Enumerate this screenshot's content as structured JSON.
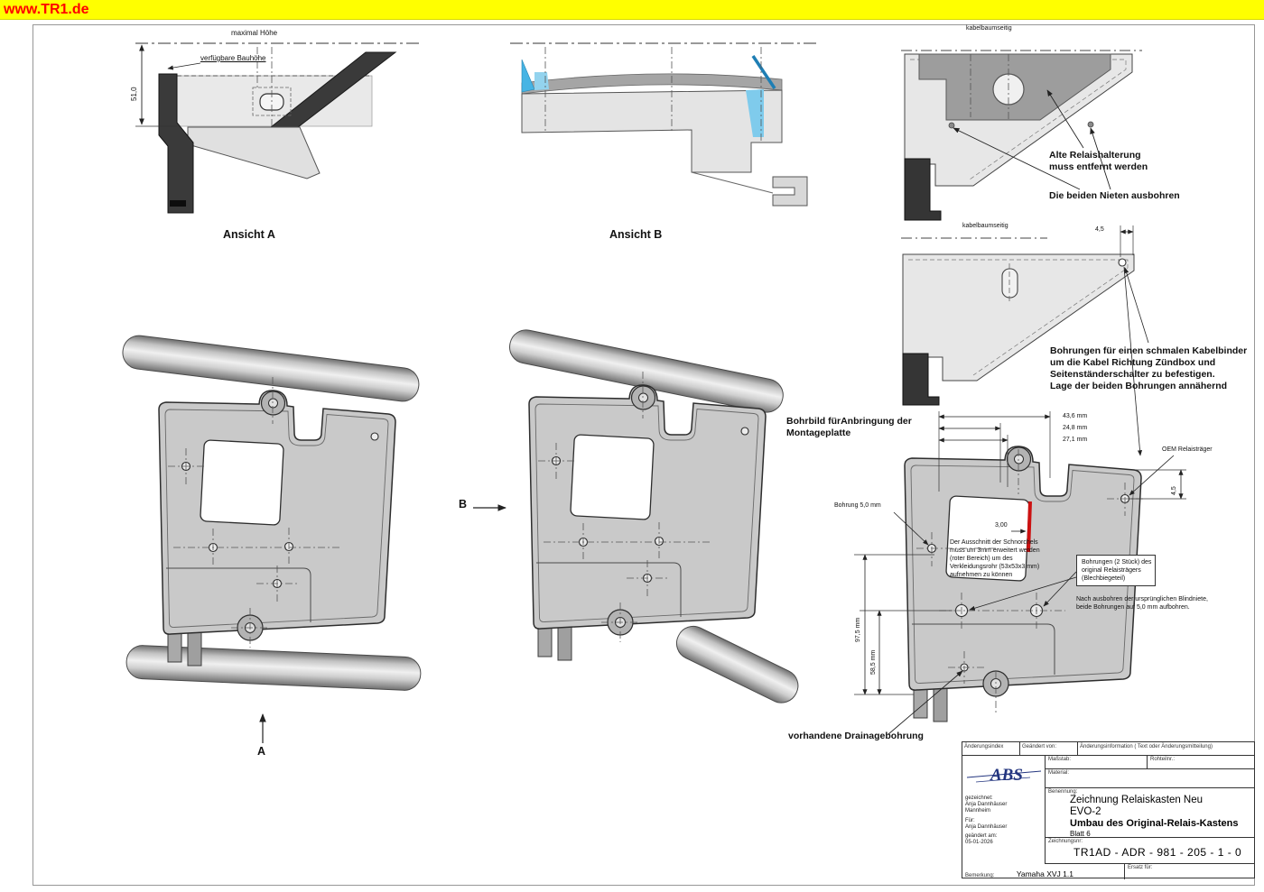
{
  "banner": {
    "site": "www.TR1.de"
  },
  "views": {
    "ansicht_a": {
      "title": "Ansicht A",
      "max_hoehe": "maximal Höhe",
      "bauhoehe": "verfügbare Bauhöhe",
      "dim_hoehe": "51,0"
    },
    "ansicht_b": {
      "title": "Ansicht B"
    },
    "alte_halterung": {
      "kabelbaumseitig": "kabelbaumseitig",
      "note_halterung": "Alte Relaishalterung\nmuss entfernt werden",
      "note_nieten": "Die beiden Nieten ausbohren"
    },
    "kabelbinder": {
      "kabelbaumseitig": "kabelbaumseitig",
      "dim_45": "4,5",
      "note": "Bohrungen für einen schmalen Kabelbinder\num die Kabel Richtung Zündbox und\nSeitenständerschalter zu befestigen.\nLage der beiden Bohrungen annähernd"
    },
    "montage_links": {
      "pfeil": "A"
    },
    "montage_mitte": {
      "pfeil": "B",
      "note": "Bohrbild fürAnbringung der\nMontageplatte"
    },
    "detail": {
      "dim_436": "43,6 mm",
      "dim_248": "24,8 mm",
      "dim_271": "27,1 mm",
      "oem": "OEM Relaisträger",
      "dim_45": "4,5",
      "bohrung": "Bohrung 5,0 mm",
      "dim_3": "3,00",
      "note_ausschnitt": "Der Ausschnitt der Schnorchels\nmuss um 3mm erweitert werden\n(roter Bereich) um des\nVerkleidungsrohr (53x53x3 mm)\naufnehmen zu können",
      "note_bohrungen": "Bohrungen (2 Stück) des\noriginal Relaisträgers\n(Blechbiegeteil)",
      "note_aufbohren": "Nach ausbohren der ursprünglichen Blindniete,\nbeide Bohrungen auf 5,0 mm aufbohren.",
      "dim_975": "97,5 mm",
      "dim_585": "58,5 mm",
      "drainage": "vorhandene Drainagebohrung"
    }
  },
  "titleblock": {
    "aenderungsindex": "Änderungsindex",
    "geaendert_von": "Geändert von:",
    "aenderungsinfo": "Änderungsinformation ( Text oder Änderungsmitteilung)",
    "logo": "ABS",
    "massstab": "Maßstab:",
    "rohteilnr": "Rohteilnr.:",
    "material": "Material:",
    "gez_label": "gezeichnet:",
    "gez_name": "Anja Dannhäuser",
    "gez_ort": "Mannheim",
    "fuer_label": "Für:",
    "fuer_name": "Anja Dannhäuser",
    "mod_label": "geändert am:",
    "mod_datum": "05-01-2026",
    "benennung_label": "Benennung:",
    "benennung_1": "Zeichnung Relaiskasten Neu",
    "benennung_2": "EVO-2",
    "benennung_3": "Umbau des Original-Relais-Kastens",
    "blatt": "Blatt 6",
    "zeichnungsnr_label": "Zeichnungsnr:",
    "zeichnungsnr": "TR1AD  - ADR - 981 - 205 - 1 - 0",
    "bemerkung_label": "Bemerkung:",
    "bemerkung": "Yamaha XVJ 1.1",
    "ersatz_label": "Ersatz für:"
  },
  "colors": {
    "banner_bg": "#ffff00",
    "banner_text": "#ff0000",
    "highlight_red": "#cc1111",
    "highlight_blue": "#49b4e4",
    "logo_blue": "#23357f"
  }
}
